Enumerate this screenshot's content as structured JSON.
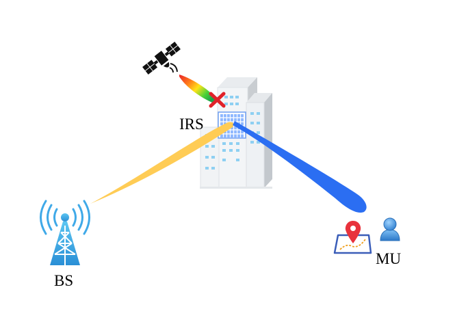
{
  "labels": {
    "irs": "IRS",
    "bs": "BS",
    "mu": "MU"
  },
  "colors": {
    "bs_beam": "#FFCC55",
    "mu_beam": "#2B6EF2",
    "blocked_mark": "#E0222A",
    "irs_panel": "#8FB8FF",
    "tower": "#3FA9E8",
    "pin": "#E8323C",
    "user": "#3B8FD9"
  },
  "icons": {
    "satellite": "satellite-icon",
    "building": "building-icon",
    "irs_panel": "irs-panel-icon",
    "base_station": "cell-tower-icon",
    "location": "map-pin-icon",
    "user": "user-icon",
    "blocked": "x-mark-icon"
  }
}
